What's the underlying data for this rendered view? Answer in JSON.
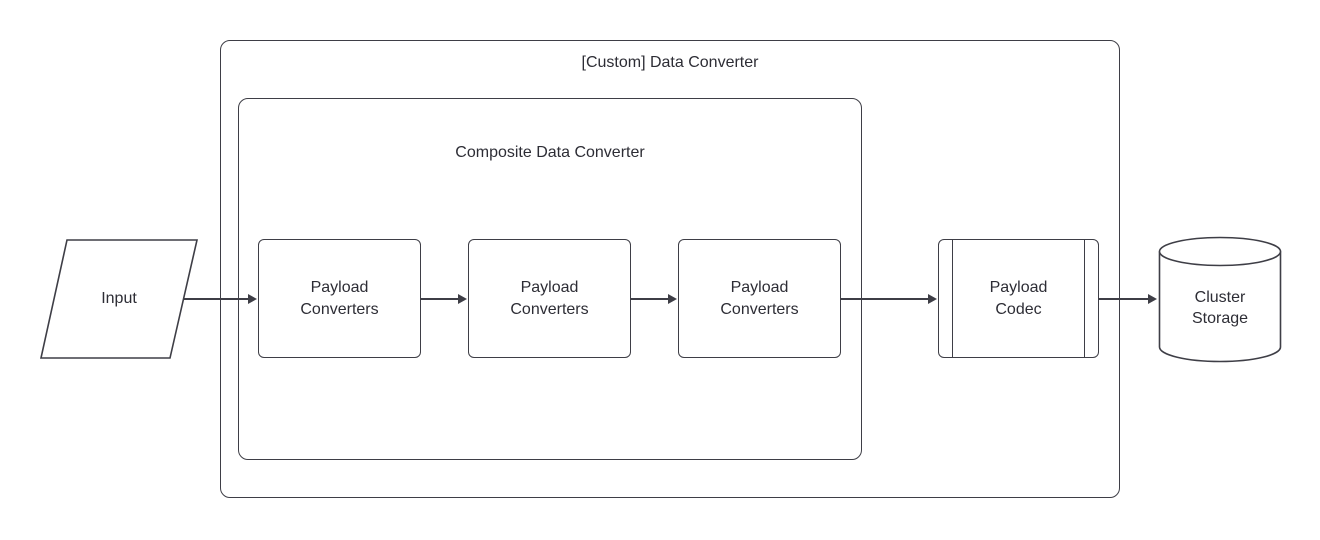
{
  "diagram": {
    "colors": {
      "stroke": "#3e3e46",
      "text": "#2d2d35",
      "background": "#ffffff"
    },
    "outer_container": {
      "label": "[Custom] Data Converter",
      "shape": "rounded-rectangle"
    },
    "composite_container": {
      "label": "Composite Data Converter",
      "shape": "rounded-rectangle"
    },
    "nodes": {
      "input": {
        "label": "Input",
        "shape": "parallelogram"
      },
      "payload_converter_1": {
        "label": "Payload Converters",
        "shape": "rounded-rectangle"
      },
      "payload_converter_2": {
        "label": "Payload Converters",
        "shape": "rounded-rectangle"
      },
      "payload_converter_3": {
        "label": "Payload Converters",
        "shape": "rounded-rectangle"
      },
      "payload_codec": {
        "label": "Payload Codec",
        "shape": "subroutine"
      },
      "cluster_storage": {
        "label": "Cluster Storage",
        "shape": "cylinder"
      }
    },
    "edges": [
      {
        "from": "input",
        "to": "payload_converter_1"
      },
      {
        "from": "payload_converter_1",
        "to": "payload_converter_2"
      },
      {
        "from": "payload_converter_2",
        "to": "payload_converter_3"
      },
      {
        "from": "payload_converter_3",
        "to": "payload_codec"
      },
      {
        "from": "payload_codec",
        "to": "cluster_storage"
      }
    ]
  }
}
